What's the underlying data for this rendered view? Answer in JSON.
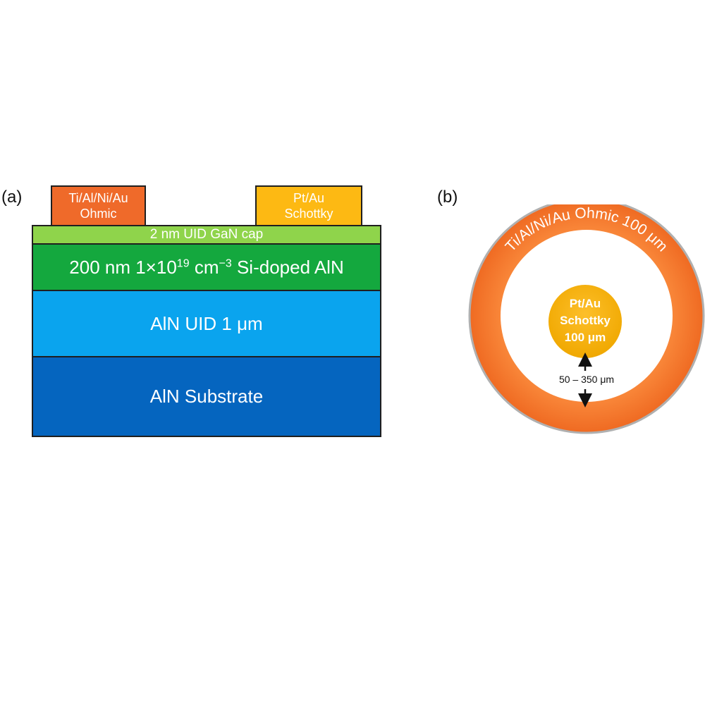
{
  "panels": {
    "a": "(a)",
    "b": "(b)"
  },
  "cross_section": {
    "ohmic": {
      "line1": "Ti/Al/Ni/Au",
      "line2": "Ohmic"
    },
    "schottky": {
      "line1": "Pt/Au",
      "line2": "Schottky"
    },
    "layers": {
      "cap": "2 nm UID GaN cap",
      "doped": {
        "prefix": "200 nm 1×10",
        "exp1": "19",
        "mid": " cm",
        "exp2": "−3",
        "suffix": " Si-doped AlN"
      },
      "uid": "AlN UID 1 μm",
      "substrate": "AlN Substrate"
    }
  },
  "top_view": {
    "ring_label": "Ti/Al/Ni/Au Ohmic 100 μm",
    "inner": {
      "line1": "Pt/Au",
      "line2": "Schottky",
      "line3": "100 μm"
    },
    "gap_label": "50 – 350 μm"
  },
  "colors": {
    "ohmic": "#ef6a2a",
    "schottky": "#fdb913",
    "gan_cap": "#8fd44b",
    "si_doped": "#14a83e",
    "aln_uid": "#0aa4ee",
    "aln_substrate": "#0565bf"
  }
}
